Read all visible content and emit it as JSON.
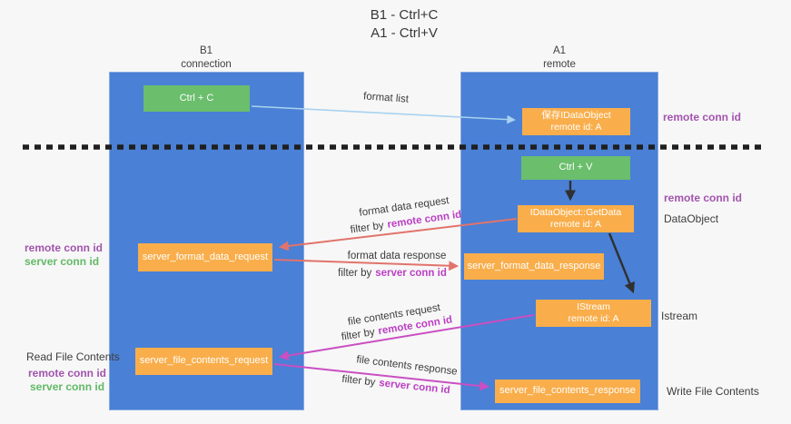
{
  "title": {
    "line1": "B1 - Ctrl+C",
    "line2": "A1 - Ctrl+V"
  },
  "lanes": {
    "left": {
      "name": "B1",
      "role": "connection"
    },
    "right": {
      "name": "A1",
      "role": "remote"
    }
  },
  "nodes": {
    "ctrl_c": {
      "label": "Ctrl + C"
    },
    "ctrl_v": {
      "label": "Ctrl + V"
    },
    "saved_dataobject": {
      "line1": "保存IDataObject",
      "line2": "remote id: A"
    },
    "getdata": {
      "line1": "IDataObject::GetData",
      "line2": "remote id: A"
    },
    "istream": {
      "line1": "IStream",
      "line2": "remote id: A"
    },
    "server_format_data_request": {
      "label": "server_format_data_request"
    },
    "server_format_data_response": {
      "label": "server_format_data_response"
    },
    "server_file_contents_request": {
      "label": "server_file_contents_request"
    },
    "server_file_contents_response": {
      "label": "server_file_contents_response"
    }
  },
  "flow_labels": {
    "format_list": "format list",
    "format_data_request": "format data request",
    "format_data_response": "format data response",
    "file_contents_request": "file contents request",
    "file_contents_response": "file contents response",
    "filter_by": "filter by",
    "remote_conn_id": "remote conn id",
    "server_conn_id": "server conn id"
  },
  "side_labels": {
    "remote_conn_id": "remote conn id",
    "server_conn_id": "server conn id",
    "dataobject": "DataObject",
    "istream": "Istream",
    "read_file_contents": "Read File Contents",
    "write_file_contents": "Write File Contents"
  },
  "colors": {
    "lane_blue": "#4a80d5",
    "node_green": "#6abe6c",
    "node_orange": "#f9ae4b",
    "arrow_black": "#303030",
    "arrow_salmon": "#e2736b",
    "arrow_magenta": "#c94fc2",
    "arrow_lightblue": "#a8d2f0",
    "label_purple": "#a254ad",
    "label_magenta": "#bb3fc4",
    "label_green": "#62b966"
  }
}
